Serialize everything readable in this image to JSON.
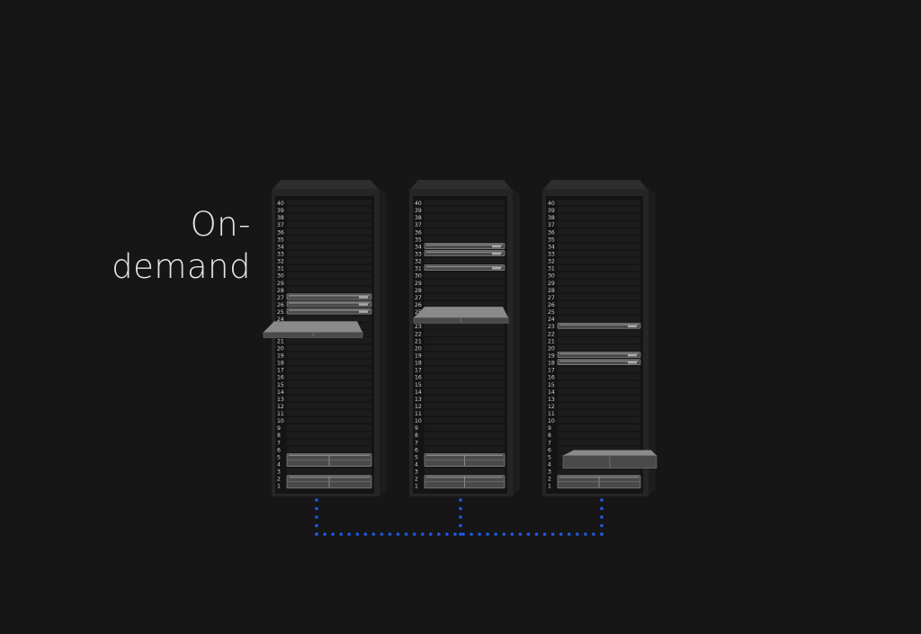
{
  "headline": {
    "line1": "On-",
    "line2": "demand"
  },
  "colors": {
    "background": "#161616",
    "rack_body": "#252525",
    "rack_side": "#1d1d1d",
    "rack_top": "#2e2e2e",
    "slot_fill": "#1c1c1c",
    "unit_label": "#d0d0d0",
    "server_front": "#4a4a4a",
    "server_top": "#8a8a8a",
    "connection_dots": "#1f5ae8"
  },
  "racks": [
    {
      "name": "rack-1",
      "total_units": 40,
      "installed": [
        {
          "unit": 27,
          "size": 1,
          "state": "installed"
        },
        {
          "unit": 26,
          "size": 1,
          "state": "installed"
        },
        {
          "unit": 25,
          "size": 1,
          "state": "installed"
        },
        {
          "unit": 22,
          "size": 1,
          "state": "pulled-out"
        },
        {
          "unit": 4,
          "size": 2,
          "state": "installed"
        },
        {
          "unit": 1,
          "size": 2,
          "state": "installed"
        }
      ]
    },
    {
      "name": "rack-2",
      "total_units": 40,
      "installed": [
        {
          "unit": 34,
          "size": 1,
          "state": "installed"
        },
        {
          "unit": 33,
          "size": 1,
          "state": "installed"
        },
        {
          "unit": 31,
          "size": 1,
          "state": "installed"
        },
        {
          "unit": 24,
          "size": 1,
          "state": "pulled-out"
        },
        {
          "unit": 4,
          "size": 2,
          "state": "installed"
        },
        {
          "unit": 1,
          "size": 2,
          "state": "installed"
        }
      ]
    },
    {
      "name": "rack-3",
      "total_units": 40,
      "installed": [
        {
          "unit": 23,
          "size": 1,
          "state": "installed"
        },
        {
          "unit": 19,
          "size": 1,
          "state": "installed"
        },
        {
          "unit": 18,
          "size": 1,
          "state": "installed"
        },
        {
          "unit": 4,
          "size": 2,
          "state": "pulled-out"
        },
        {
          "unit": 1,
          "size": 2,
          "state": "installed"
        }
      ]
    }
  ]
}
